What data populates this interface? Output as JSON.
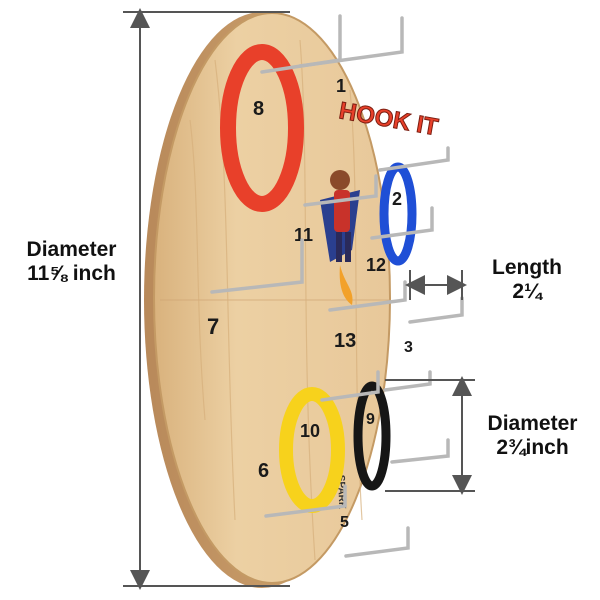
{
  "product": {
    "logo_text": "HOOK IT",
    "brand_text": "SPARK"
  },
  "board_numbers": {
    "n1": "1",
    "n2": "2",
    "n3": "3",
    "n5": "5",
    "n6": "6",
    "n7": "7",
    "n8": "8",
    "n9": "9",
    "n10": "10",
    "n11": "11",
    "n12": "12",
    "n13": "13"
  },
  "dimensions": {
    "board": {
      "line1": "Diameter",
      "line2": "11⅝ inch"
    },
    "hook": {
      "line1": "Length",
      "line2": "2¼"
    },
    "ring": {
      "line1": "Diameter",
      "line2": "2¾inch"
    }
  },
  "colors": {
    "wood": "#e6c596",
    "wood_edge": "#c9a16c",
    "ring_red": "#e8402a",
    "ring_blue": "#1f4fd6",
    "ring_yellow": "#f7d21c",
    "ring_black": "#161616",
    "dimension_line": "#555555",
    "hook_metal": "#b8b8b8"
  }
}
